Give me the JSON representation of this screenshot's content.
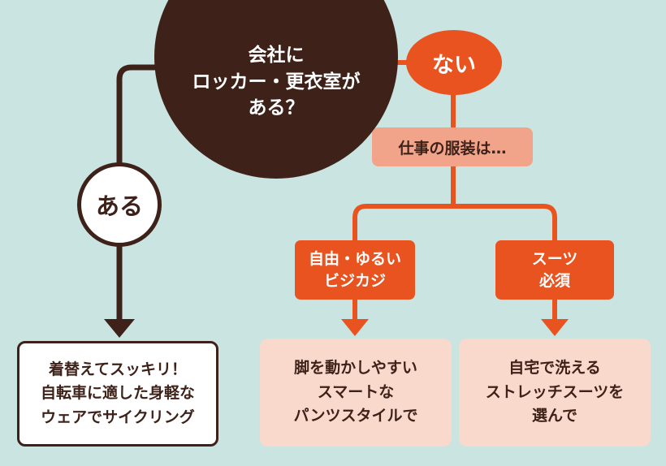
{
  "question": {
    "lines": [
      "会社に",
      "ロッカー・更衣室が",
      "ある？"
    ]
  },
  "branch_yes": {
    "label": "ある",
    "result": [
      "着替えてスッキリ！",
      "自転車に適した身軽な",
      "ウェアでサイクリング"
    ]
  },
  "branch_no": {
    "label": "ない",
    "sub_question": "仕事の服装は…",
    "options": [
      {
        "label": [
          "自由・ゆるい",
          "ビジカジ"
        ],
        "result": [
          "脚を動かしやすい",
          "スマートな",
          "パンツスタイルで"
        ]
      },
      {
        "label": [
          "スーツ",
          "必須"
        ],
        "result": [
          "自宅で洗える",
          "ストレッチスーツを",
          "選んで"
        ]
      }
    ]
  },
  "colors": {
    "background": "#c9e4e1",
    "dark_brown": "#3e2219",
    "orange": "#e9531f",
    "salmon": "#f2a48a",
    "light_peach": "#f9d9cc"
  }
}
